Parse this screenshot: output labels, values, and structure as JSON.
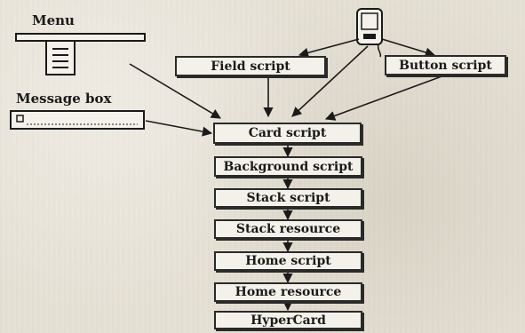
{
  "diagram": {
    "labels": {
      "menu": "Menu",
      "message_box": "Message box"
    },
    "source_boxes": {
      "field_script": "Field script",
      "button_script": "Button script"
    },
    "hierarchy": [
      "Card script",
      "Background script",
      "Stack script",
      "Stack resource",
      "Home script",
      "Home resource",
      "HyperCard"
    ],
    "icons": [
      "menu-icon",
      "message-box-icon",
      "handheld-device-icon"
    ]
  }
}
